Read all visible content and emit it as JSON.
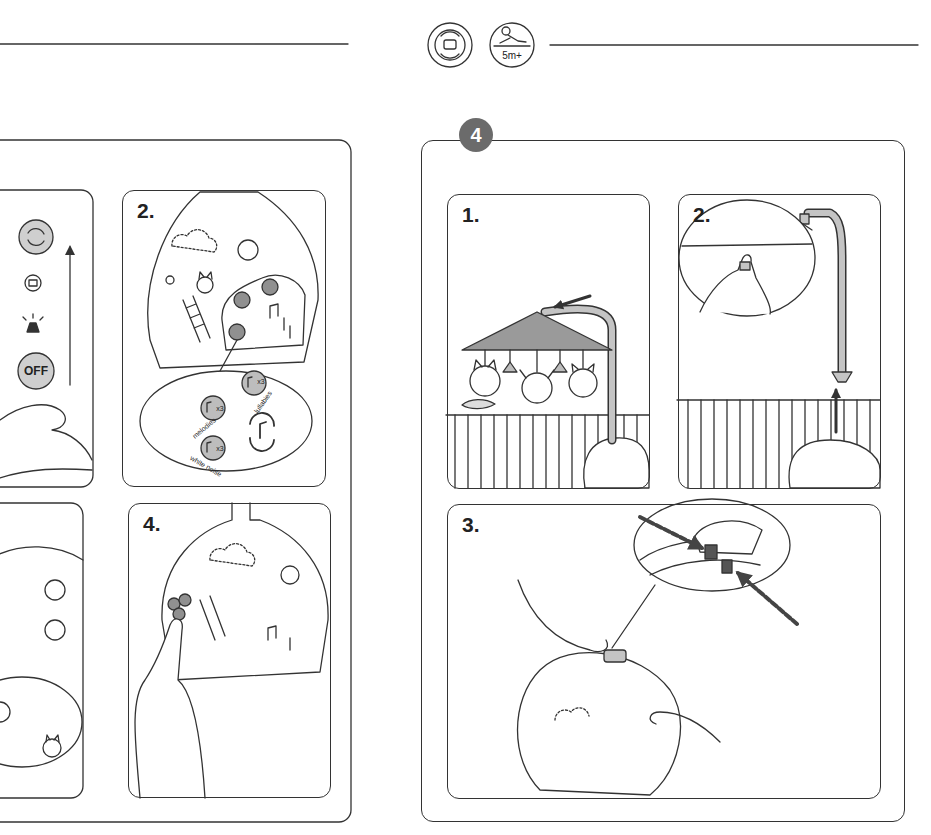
{
  "diagram": {
    "nodes": [
      {
        "text": [
          "2."
        ]
      },
      {
        "text": [
          "4."
        ]
      },
      {
        "text": [
          "4"
        ]
      },
      {
        "text": [
          "1."
        ],
        "in": 2
      },
      {
        "text": [
          "2."
        ],
        "in": 2
      },
      {
        "text": [
          "3."
        ],
        "in": 2
      }
    ],
    "labels": [
      "OFF",
      "x3",
      "melodies",
      "x3",
      "lullabies",
      "x3",
      "white noise",
      "5m+"
    ]
  }
}
